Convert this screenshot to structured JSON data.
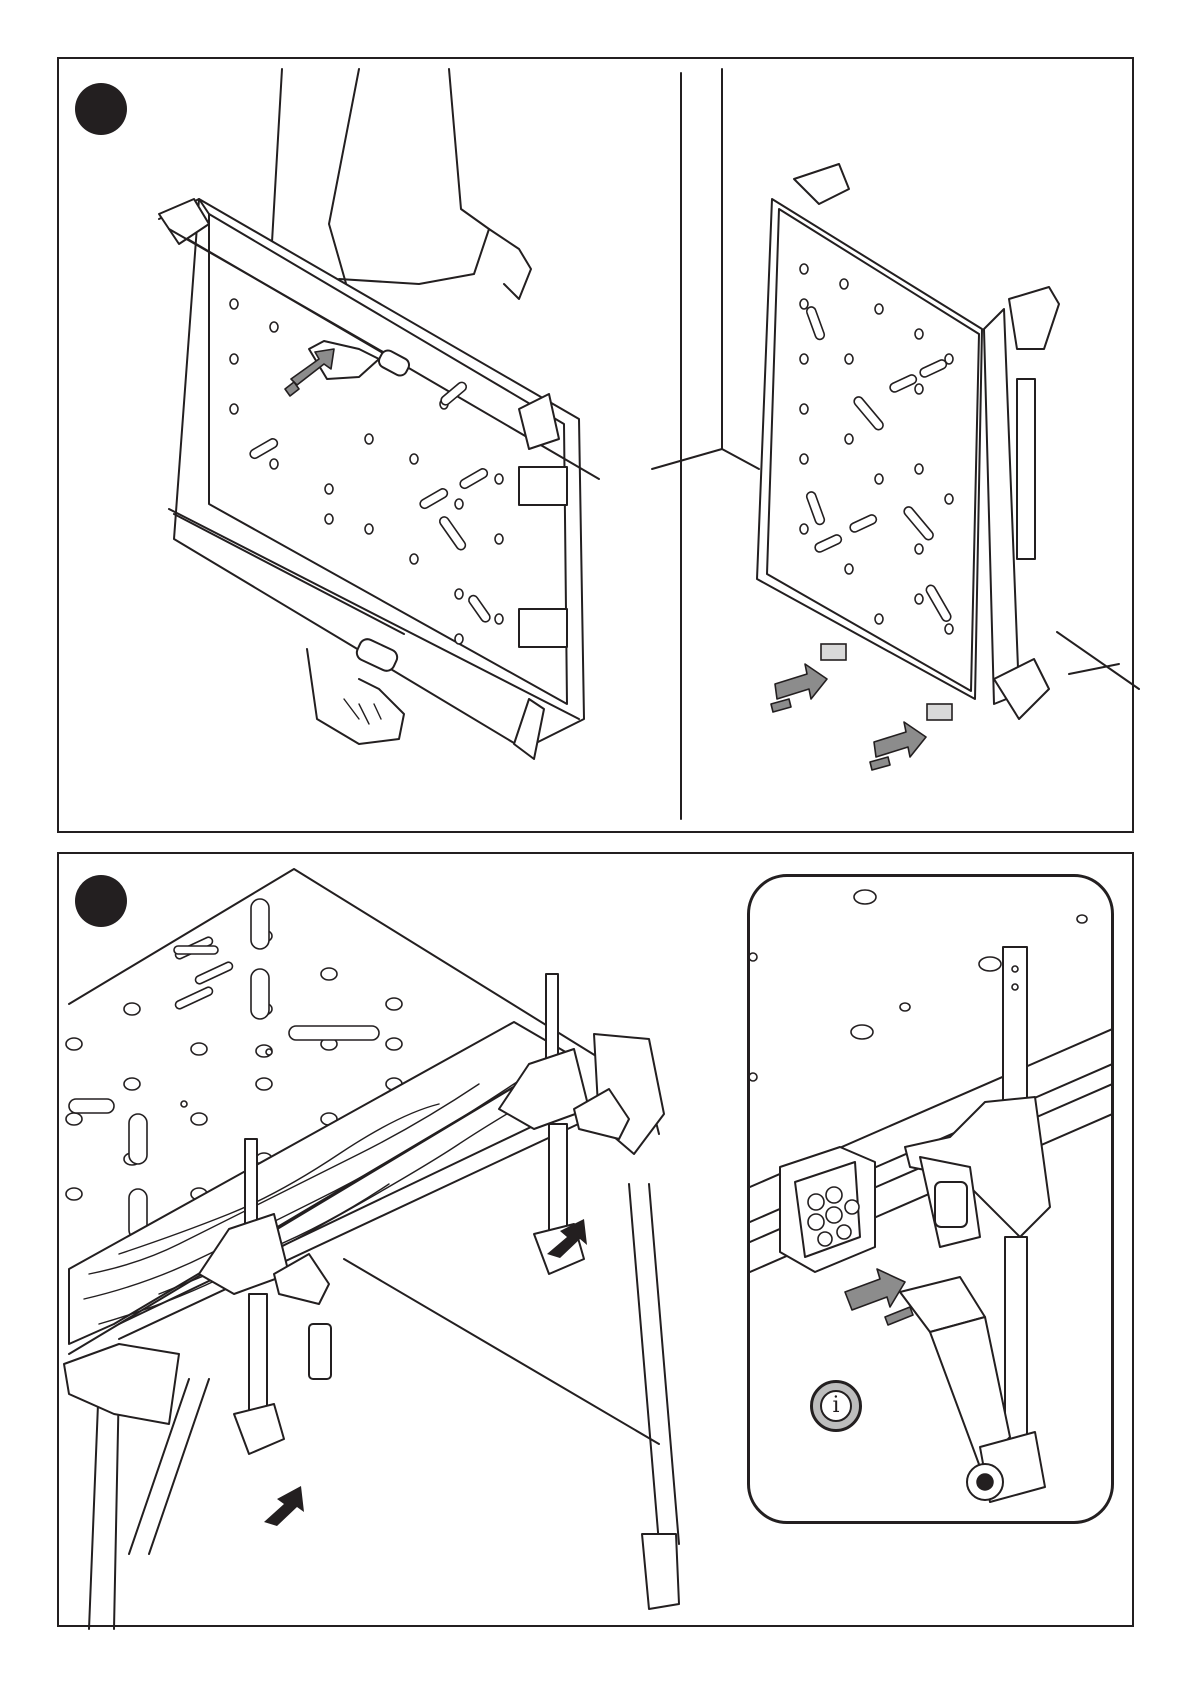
{
  "page": {
    "steps": [
      {
        "marker": "",
        "panel": "top"
      },
      {
        "marker": "",
        "panel": "bottom"
      }
    ],
    "info_icon": {
      "glyph": "i",
      "icon": "info-icon"
    }
  },
  "colors": {
    "line": "#231f20",
    "arrow_grey": "#8c8c8c",
    "marker": "#231f20",
    "background": "#ffffff"
  }
}
